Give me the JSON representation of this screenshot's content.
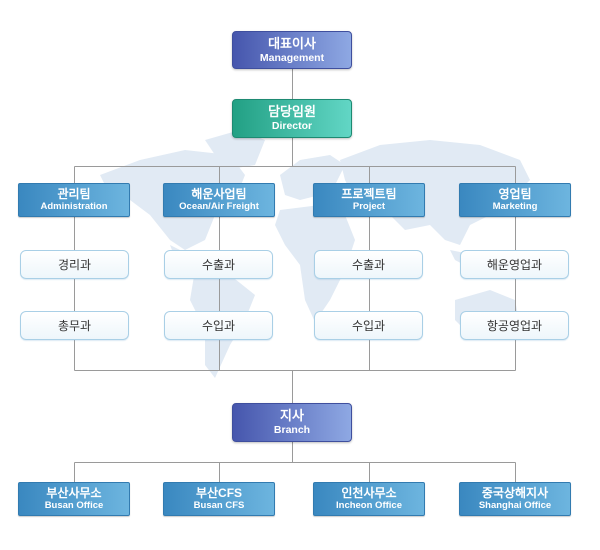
{
  "colors": {
    "executive_start": "#4656ad",
    "executive_end": "#8ea8e3",
    "director_start": "#22a084",
    "director_end": "#62d6c5",
    "team_start": "#3a88c0",
    "team_end": "#6db5df",
    "section_border": "#a9cfe6",
    "connector": "#9a9a9a",
    "map": "#e1eaf4"
  },
  "ceo": {
    "title": "대표이사",
    "subtitle": "Management"
  },
  "director": {
    "title": "담당임원",
    "subtitle": "Director"
  },
  "departments": [
    {
      "title": "관리팀",
      "subtitle": "Administration",
      "sections": [
        "경리과",
        "총무과"
      ]
    },
    {
      "title": "해운사업팀",
      "subtitle": "Ocean/Air Freight",
      "sections": [
        "수출과",
        "수입과"
      ]
    },
    {
      "title": "프로젝트팀",
      "subtitle": "Project",
      "sections": [
        "수출과",
        "수입과"
      ]
    },
    {
      "title": "영업팀",
      "subtitle": "Marketing",
      "sections": [
        "해운영업과",
        "항공영업과"
      ]
    }
  ],
  "branch_hq": {
    "title": "지사",
    "subtitle": "Branch"
  },
  "branches": [
    {
      "title": "부산사무소",
      "subtitle": "Busan Office"
    },
    {
      "title": "부산CFS",
      "subtitle": "Busan CFS"
    },
    {
      "title": "인천사무소",
      "subtitle": "Incheon Office"
    },
    {
      "title": "중국상해지사",
      "subtitle": "Shanghai Office"
    }
  ]
}
